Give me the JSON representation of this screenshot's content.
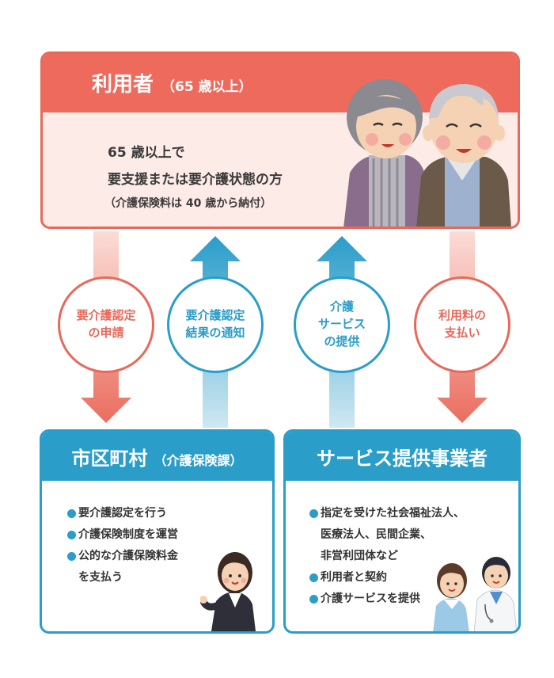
{
  "user": {
    "title": "利用者",
    "subtitle": "（65 歳以上）",
    "desc_line1": "65 歳以上で",
    "desc_line2": "要支援または要介護状態の方",
    "note": "（介護保険料は 40 歳から納付）"
  },
  "flows": [
    {
      "line1": "要介護認定",
      "line2": "の申請",
      "color": "#e8695b",
      "direction": "down"
    },
    {
      "line1": "要介護認定",
      "line2": "結果の通知",
      "color": "#2a9dc9",
      "direction": "up"
    },
    {
      "line1": "介護",
      "line2": "サービス",
      "line3": "の提供",
      "color": "#2a9dc9",
      "direction": "up"
    },
    {
      "line1": "利用料の",
      "line2": "支払い",
      "color": "#e8695b",
      "direction": "down"
    }
  ],
  "municipality": {
    "title": "市区町村",
    "subtitle": "（介護保険課）",
    "items": [
      {
        "text": "要介護認定を行う"
      },
      {
        "text": "介護保険制度を運営"
      },
      {
        "text": "公的な介護保険料金",
        "cont": "を支払う"
      }
    ]
  },
  "provider": {
    "title": "サービス提供事業者",
    "items": [
      {
        "text": "指定を受けた社会福祉法人、",
        "cont": "医療法人、民間企業、",
        "cont2": "非営利団体など"
      },
      {
        "text": "利用者と契約"
      },
      {
        "text": "介護サービスを提供"
      }
    ]
  },
  "colors": {
    "red": "#e8695b",
    "red_light": "#fdebe7",
    "blue": "#2a9dc9"
  }
}
